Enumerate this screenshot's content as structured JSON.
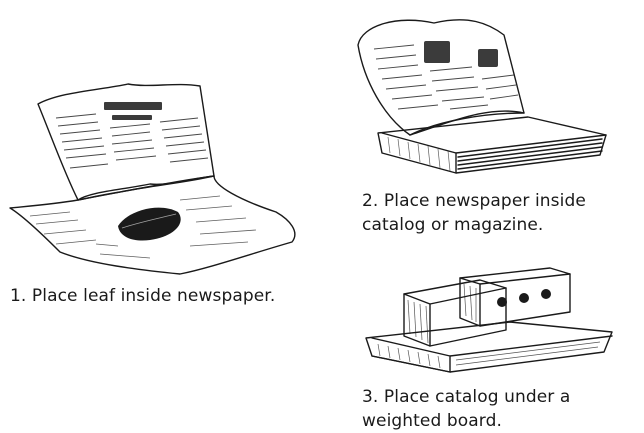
{
  "steps": [
    {
      "caption_lines": [
        "1. Place leaf inside newspaper."
      ],
      "illustration": "leaf-in-newspaper-sketch"
    },
    {
      "caption_lines": [
        "2. Place newspaper inside",
        "catalog or magazine."
      ],
      "illustration": "newspaper-in-catalog-sketch"
    },
    {
      "caption_lines": [
        "3. Place catalog under a",
        "weighted board."
      ],
      "illustration": "weighted-board-sketch"
    }
  ],
  "colors": {
    "ink": "#1a1a1a",
    "paper": "#ffffff"
  }
}
